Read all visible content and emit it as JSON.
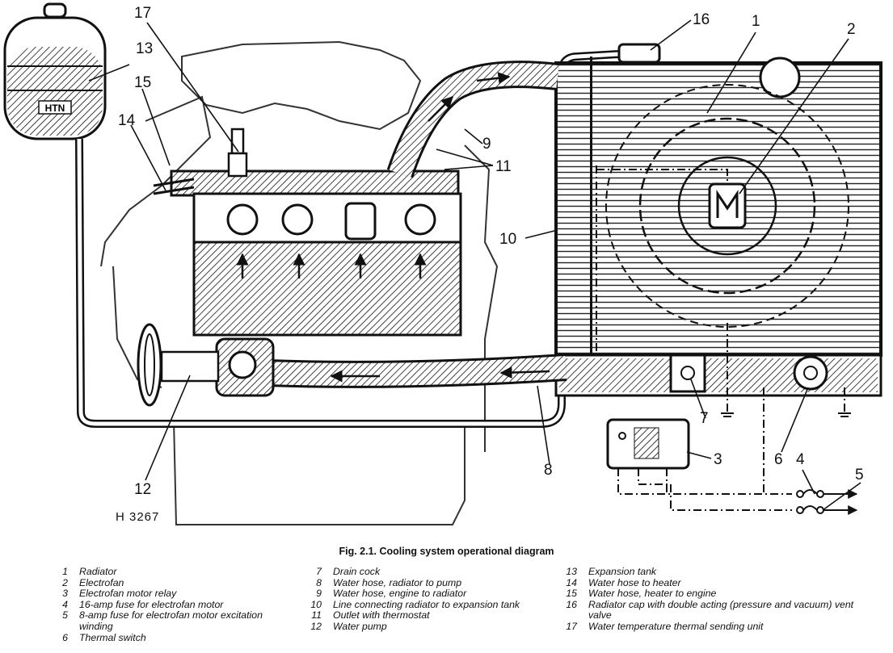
{
  "figure": {
    "reference_code": "H 3267",
    "caption": "Fig. 2.1. Cooling system operational diagram"
  },
  "callouts": [
    "1",
    "2",
    "3",
    "4",
    "5",
    "6",
    "7",
    "8",
    "9",
    "10",
    "11",
    "12",
    "13",
    "14",
    "15",
    "16",
    "17"
  ],
  "tank_label": "HTN",
  "legend": {
    "column_1": [
      {
        "num": "1",
        "text": "Radiator"
      },
      {
        "num": "2",
        "text": "Electrofan"
      },
      {
        "num": "3",
        "text": "Electrofan motor relay"
      },
      {
        "num": "4",
        "text": "16-amp fuse for electrofan motor"
      },
      {
        "num": "5",
        "text": "8-amp fuse for electrofan motor excitation winding"
      },
      {
        "num": "6",
        "text": "Thermal switch"
      }
    ],
    "column_2": [
      {
        "num": "7",
        "text": "Drain cock"
      },
      {
        "num": "8",
        "text": "Water hose, radiator to pump"
      },
      {
        "num": "9",
        "text": "Water hose, engine to radiator"
      },
      {
        "num": "10",
        "text": "Line connecting radiator to expansion tank"
      },
      {
        "num": "11",
        "text": "Outlet with thermostat"
      },
      {
        "num": "12",
        "text": "Water pump"
      }
    ],
    "column_3": [
      {
        "num": "13",
        "text": "Expansion tank"
      },
      {
        "num": "14",
        "text": "Water hose to heater"
      },
      {
        "num": "15",
        "text": "Water hose, heater to engine"
      },
      {
        "num": "16",
        "text": "Radiator cap with double acting (pressure and vacuum) vent valve"
      },
      {
        "num": "17",
        "text": "Water temperature thermal sending unit"
      }
    ]
  }
}
